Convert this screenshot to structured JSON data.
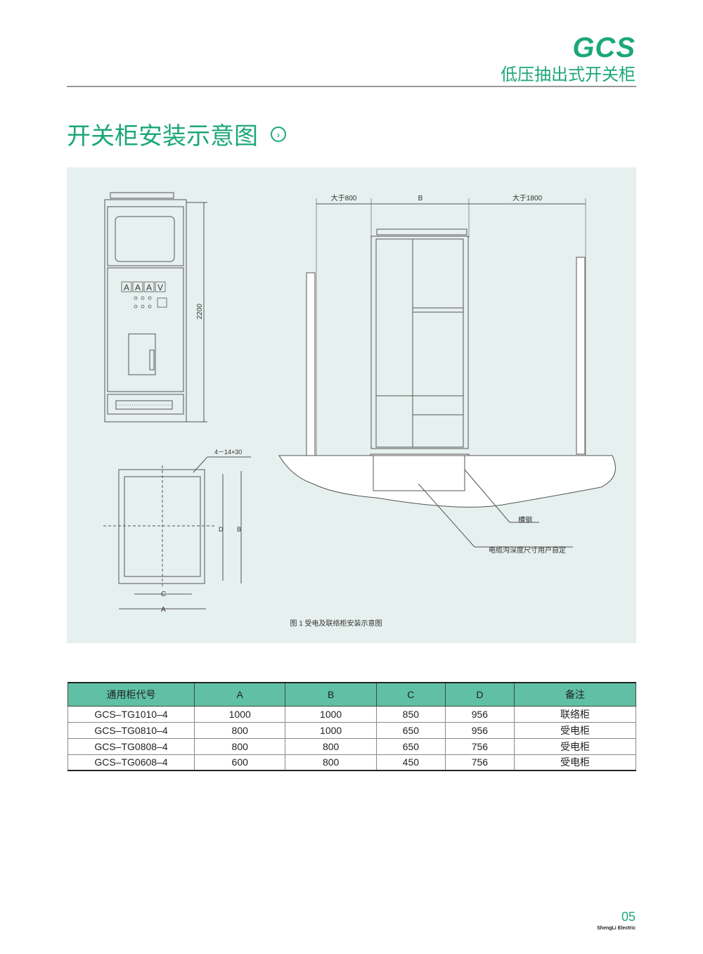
{
  "header": {
    "brand": "GCS",
    "subtitle": "低压抽出式开关柜"
  },
  "section": {
    "title": "开关柜安装示意图",
    "icon": "chevron-right-circle-icon"
  },
  "diagram": {
    "meters": [
      "A",
      "A",
      "A",
      "V"
    ],
    "height_label": "2200",
    "holes_label": "4－14×30",
    "dim_D": "D",
    "dim_B": "B",
    "dim_C": "C",
    "dim_A": "A",
    "clear_front": "大于800",
    "cab_depth": "B",
    "clear_back": "大于1800",
    "channel_steel": "槽钢",
    "cable_trench": "电缆沟深度尺寸用户自定",
    "caption": "图 1 受电及联络柜安装示意图"
  },
  "table": {
    "headers": [
      "通用柜代号",
      "A",
      "B",
      "C",
      "D",
      "备注"
    ],
    "rows": [
      [
        "GCS–TG1010–4",
        "1000",
        "1000",
        "850",
        "956",
        "联络柜"
      ],
      [
        "GCS–TG0810–4",
        "800",
        "1000",
        "650",
        "956",
        "受电柜"
      ],
      [
        "GCS–TG0808–4",
        "800",
        "800",
        "650",
        "756",
        "受电柜"
      ],
      [
        "GCS–TG0608–4",
        "600",
        "800",
        "450",
        "756",
        "受电柜"
      ]
    ]
  },
  "footer": {
    "page": "05",
    "company": "ShengLi Electric"
  }
}
